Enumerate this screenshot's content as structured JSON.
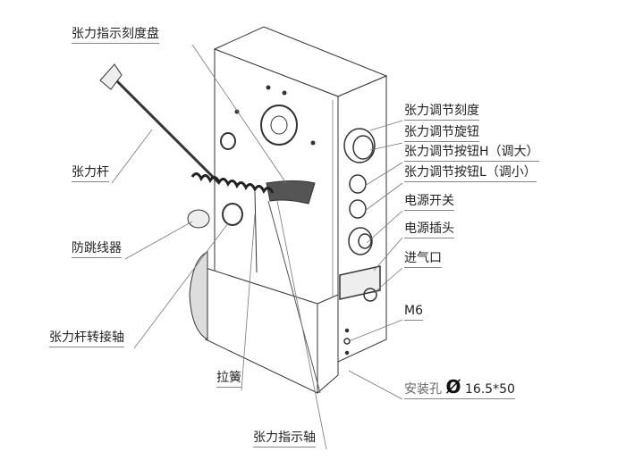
{
  "labels": {
    "tension_dial": "张力指示刻度盘",
    "tension_rod": "张力杆",
    "anti_jump": "防跳线器",
    "rod_adapter_shaft": "张力杆转接轴",
    "spring": "拉簧",
    "indicator_shaft": "张力指示轴",
    "adjust_scale": "张力调节刻度",
    "adjust_knob": "张力调节旋钮",
    "button_h": "张力调节按钮H（调大）",
    "button_l": "张力调节按钮L（调小）",
    "power_switch": "电源开关",
    "power_plug": "电源插头",
    "air_inlet": "进气口",
    "m6": "M6",
    "mount_hole": "安装孔",
    "mount_hole_symbol": "Ø",
    "mount_hole_size": "16.5*50"
  }
}
